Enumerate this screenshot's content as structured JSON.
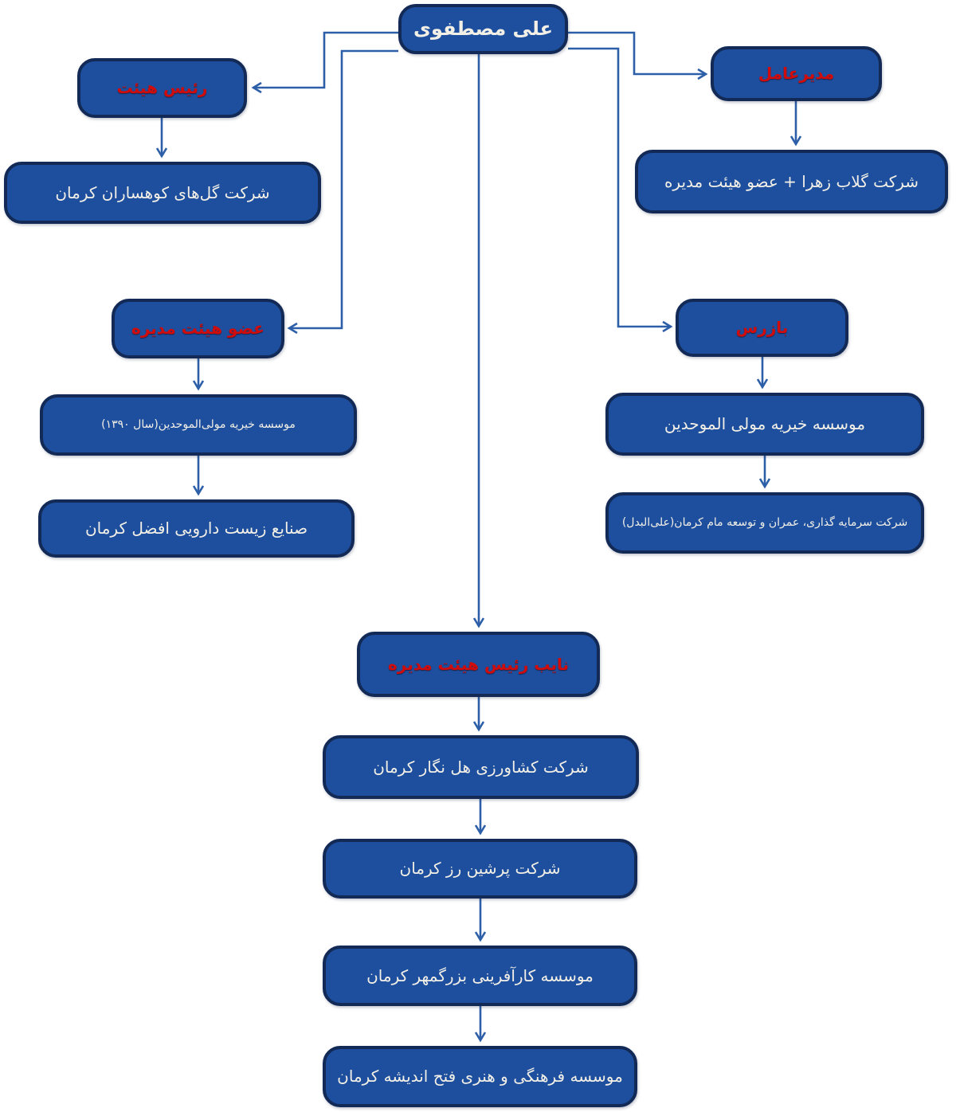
{
  "diagram": {
    "person": {
      "label": "علی مصطفوی"
    },
    "roles": {
      "chairman": {
        "label": "رئیس هیئت"
      },
      "ceo": {
        "label": "مدیرعامل"
      },
      "board_member": {
        "label": "عضو هیئت مدیره"
      },
      "inspector": {
        "label": "بازرس"
      },
      "vice_chairman": {
        "label": "نایب رئیس هیئت مدیره"
      }
    },
    "companies": {
      "chairman_1": {
        "label": "شرکت گل‌های کوهساران کرمان"
      },
      "ceo_1": {
        "label": "شرکت گلاب زهرا + عضو هیئت مدیره"
      },
      "board_1": {
        "label": "موسسه خیریه مولی‌الموحدین(سال ۱۳۹۰)"
      },
      "board_2": {
        "label": "صنایع زیست دارویی افضل کرمان"
      },
      "inspector_1": {
        "label": "موسسه خیریه مولی الموحدین"
      },
      "inspector_2": {
        "label": "شرکت سرمایه گذاری، عمران و توسعه مام کرمان(علی‌البدل)"
      },
      "vice_1": {
        "label": "شرکت کشاورزی هل نگار کرمان"
      },
      "vice_2": {
        "label": "شرکت پرشین رز کرمان"
      },
      "vice_3": {
        "label": "موسسه کارآفرینی بزرگمهر کرمان"
      },
      "vice_4": {
        "label": "موسسه فرهنگی و هنری فتح اندیشه کرمان"
      }
    },
    "edges": [
      {
        "from": "person",
        "to": "chairman"
      },
      {
        "from": "person",
        "to": "ceo"
      },
      {
        "from": "person",
        "to": "board_member"
      },
      {
        "from": "person",
        "to": "inspector"
      },
      {
        "from": "person",
        "to": "vice_chairman"
      },
      {
        "from": "chairman",
        "to": "chairman_1"
      },
      {
        "from": "ceo",
        "to": "ceo_1"
      },
      {
        "from": "board_member",
        "to": "board_1"
      },
      {
        "from": "board_1",
        "to": "board_2"
      },
      {
        "from": "inspector",
        "to": "inspector_1"
      },
      {
        "from": "inspector_1",
        "to": "inspector_2"
      },
      {
        "from": "vice_chairman",
        "to": "vice_1"
      },
      {
        "from": "vice_1",
        "to": "vice_2"
      },
      {
        "from": "vice_2",
        "to": "vice_3"
      },
      {
        "from": "vice_3",
        "to": "vice_4"
      }
    ],
    "colors": {
      "box_fill": "#1d4f9e",
      "box_border": "#122a55",
      "line": "#2c5fa8",
      "role_text": "#d00c0c",
      "company_text": "#f2efe6",
      "bg": "#ffffff"
    }
  }
}
